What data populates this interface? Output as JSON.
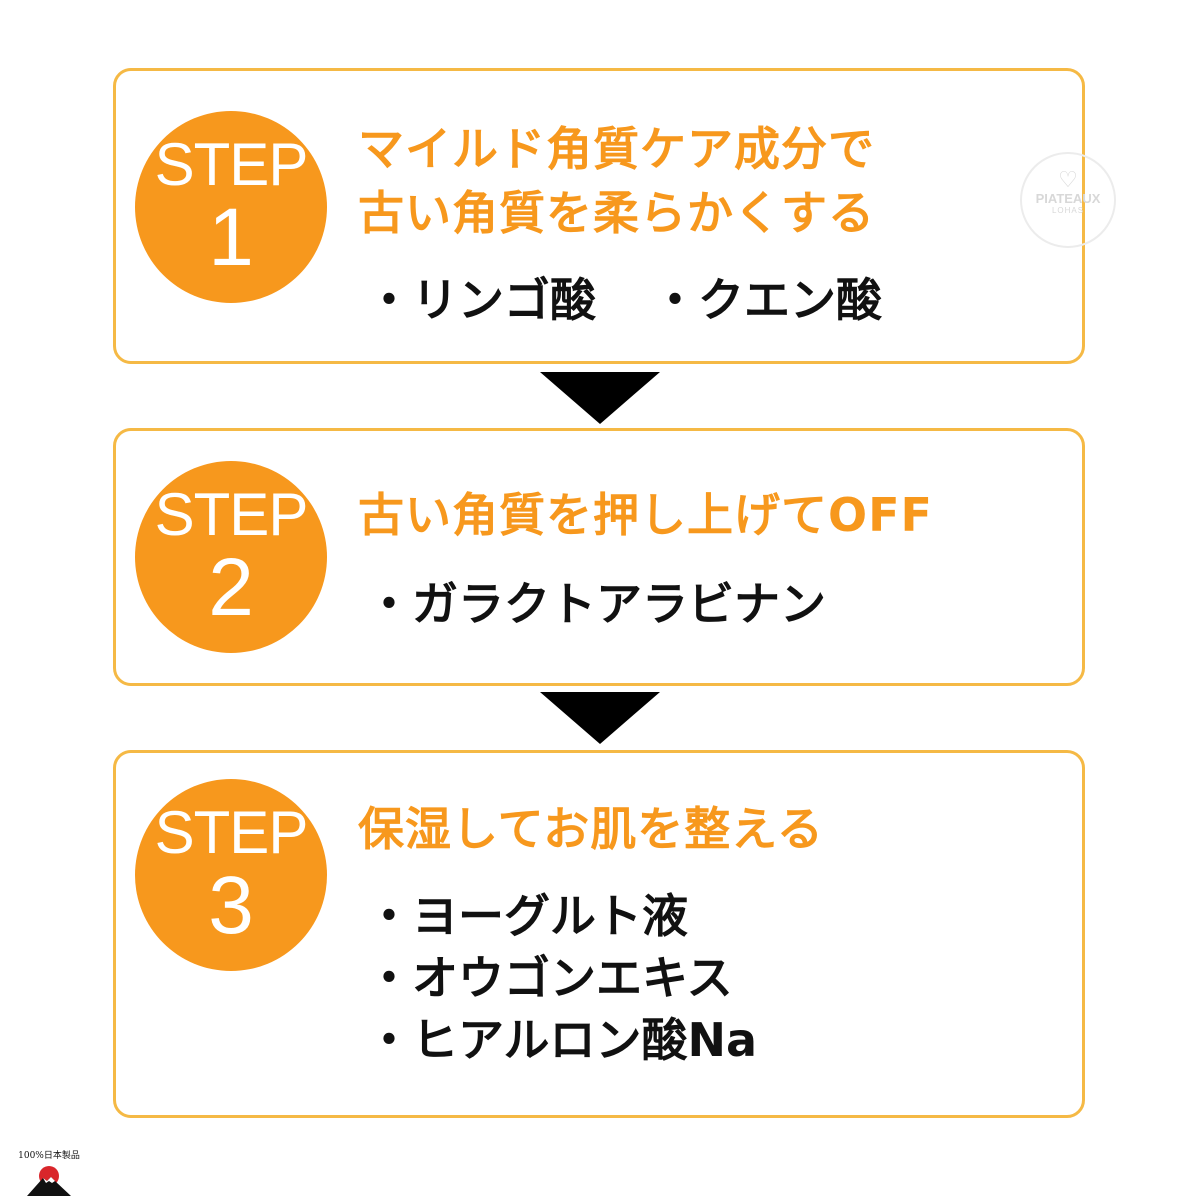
{
  "steps": [
    {
      "step_word": "STEP",
      "step_number": "1",
      "title_lines": [
        "マイルド角質ケア成分で",
        "古い角質を柔らかくする"
      ],
      "items": [
        "・リンゴ酸",
        "・クエン酸"
      ]
    },
    {
      "step_word": "STEP",
      "step_number": "2",
      "title_lines": [
        "古い角質を押し上げてOFF"
      ],
      "items": [
        "・ガラクトアラビナン"
      ]
    },
    {
      "step_word": "STEP",
      "step_number": "3",
      "title_lines": [
        "保湿してお肌を整える"
      ],
      "items": [
        "・ヨーグルト液",
        "・オウゴンエキス",
        "・ヒアルロン酸Na"
      ]
    }
  ],
  "watermark": {
    "text": "PIATEAUX",
    "sub": "LOHAS"
  },
  "badge": {
    "text": "100%日本製品"
  },
  "colors": {
    "accent": "#f7981d",
    "border": "#f5b945",
    "text": "#111111",
    "arrow": "#000000"
  },
  "icons": {
    "arrow": "down-triangle-icon",
    "badge": "mount-fuji-icon"
  }
}
